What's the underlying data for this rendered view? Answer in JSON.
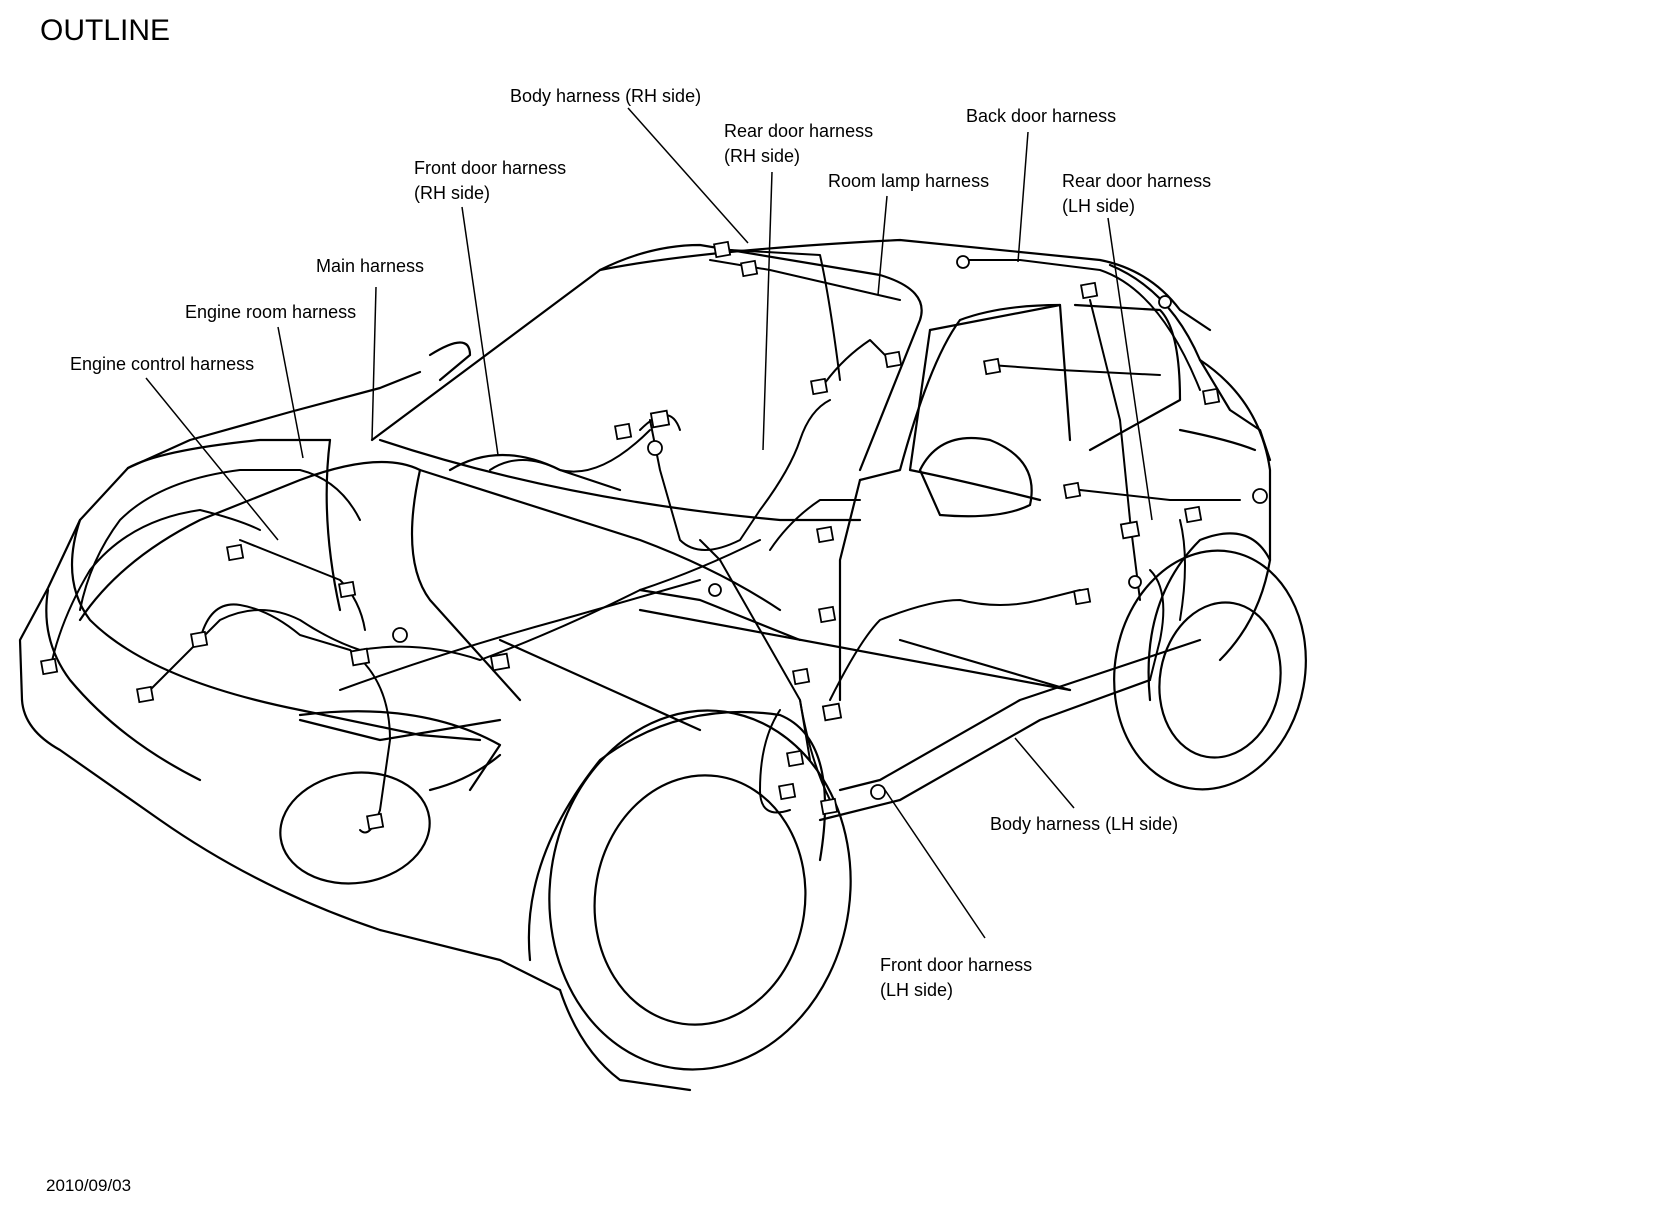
{
  "title": "OUTLINE",
  "date": "2010/09/03",
  "labels": {
    "body_rh": "Body harness (RH side)",
    "rear_door_rh_line1": "Rear door harness",
    "rear_door_rh_line2": "(RH side)",
    "back_door": "Back door harness",
    "front_door_rh_line1": "Front door harness",
    "front_door_rh_line2": "(RH side)",
    "room_lamp": "Room lamp harness",
    "rear_door_lh_line1": "Rear door harness",
    "rear_door_lh_line2": "(LH side)",
    "main": "Main harness",
    "engine_room": "Engine room harness",
    "engine_control": "Engine control harness",
    "body_lh": "Body harness (LH side)",
    "front_door_lh_line1": "Front door harness",
    "front_door_lh_line2": "(LH side)"
  },
  "icons": {
    "connector": "connector-icon",
    "grommet": "grommet-icon"
  }
}
